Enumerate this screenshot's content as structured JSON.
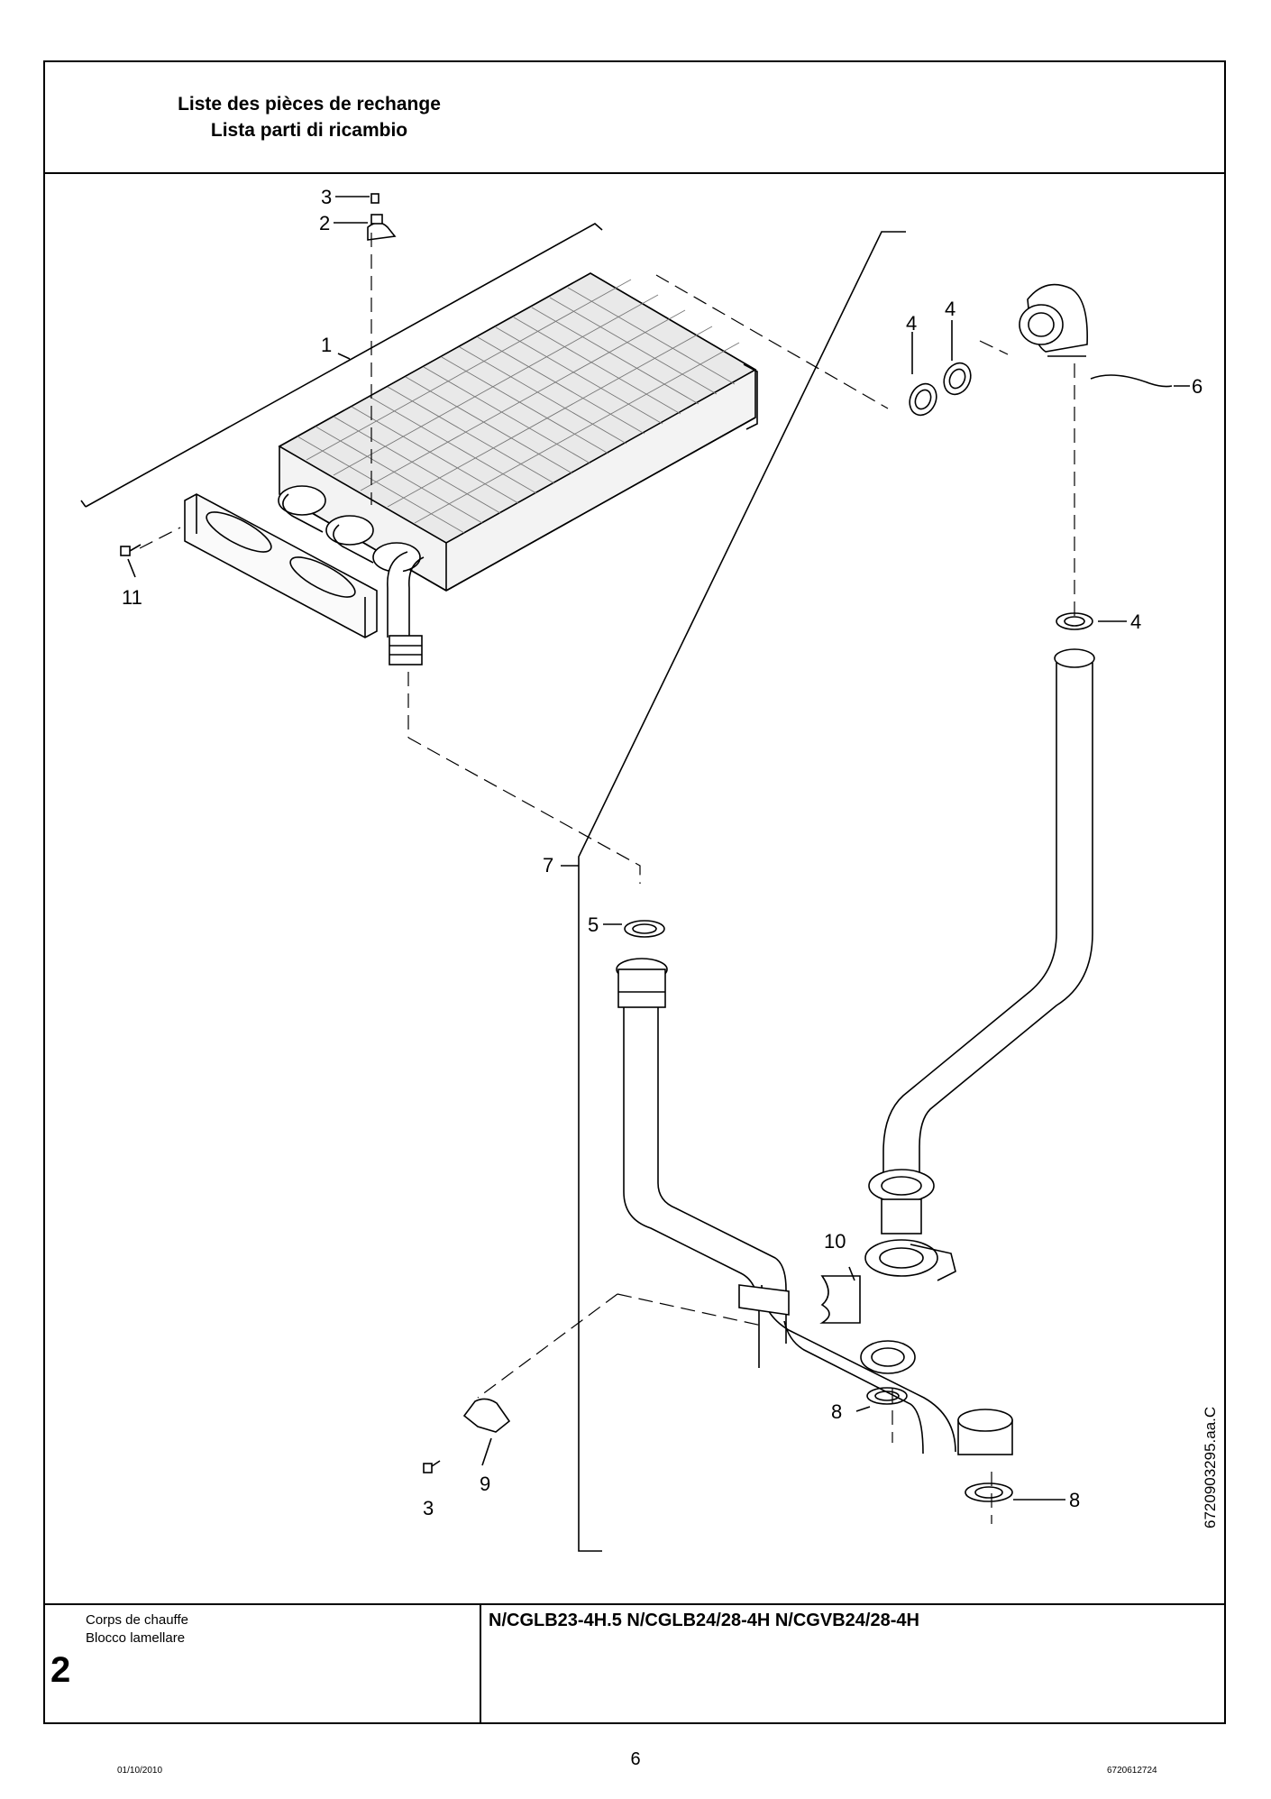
{
  "header": {
    "title_fr": "Liste des pièces de rechange",
    "title_it": "Lista parti di ricambio"
  },
  "diagram": {
    "callouts": {
      "c1": "1",
      "c2": "2",
      "c3_top": "3",
      "c3_bottom": "3",
      "c4_a": "4",
      "c4_b": "4",
      "c4_c": "4",
      "c5": "5",
      "c6": "6",
      "c7": "7",
      "c8_a": "8",
      "c8_b": "8",
      "c9": "9",
      "c10": "10",
      "c11": "11"
    },
    "drawing_code": "6720903295.aa.C"
  },
  "footer": {
    "description_fr": "Corps de chauffe",
    "description_it": "Blocco lamellare",
    "group_number": "2",
    "models": "N/CGLB23-4H.5 N/CGLB24/28-4H N/CGVB24/28-4H"
  },
  "page": {
    "date": "01/10/2010",
    "number": "6",
    "document_code": "6720612724"
  }
}
